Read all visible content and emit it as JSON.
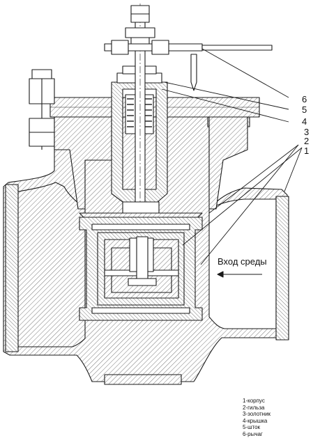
{
  "callouts": [
    "6",
    "5",
    "4",
    "3",
    "2",
    "1"
  ],
  "flow_label": "Вход среды",
  "legend": [
    "1-корпус",
    "2-гильза",
    "3-золотник",
    "4-крышка",
    "5-шток",
    "6-рычаг"
  ],
  "colors": {
    "ink": "#1a1a1a",
    "hatch": "#555555",
    "paper": "#ffffff"
  }
}
